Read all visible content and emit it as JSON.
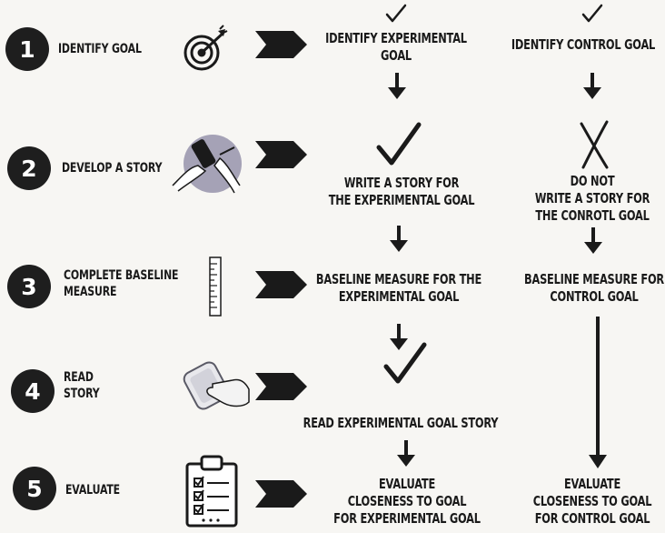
{
  "steps": [
    {
      "number": "1",
      "label_lines": [
        "IDENTIFY GOAL"
      ],
      "icon": "target-icon"
    },
    {
      "number": "2",
      "label_lines": [
        "DEVELOP A STORY"
      ],
      "icon": "writing-on-phone-icon"
    },
    {
      "number": "3",
      "label_lines": [
        "COMPLETE BASELINE",
        "MEASURE"
      ],
      "icon": "ruler-icon"
    },
    {
      "number": "4",
      "label_lines": [
        "READ",
        "STORY"
      ],
      "icon": "hand-holding-phone-icon"
    },
    {
      "number": "5",
      "label_lines": [
        "EVALUATE"
      ],
      "icon": "clipboard-checklist-icon"
    }
  ],
  "experimental": {
    "step1": [
      "IDENTIFY EXPERIMENTAL",
      "GOAL"
    ],
    "step2": [
      "WRITE A STORY FOR",
      "THE EXPERIMENTAL GOAL"
    ],
    "step3": [
      "BASELINE MEASURE FOR THE",
      "EXPERIMENTAL GOAL"
    ],
    "step4": [
      "READ EXPERIMENTAL GOAL STORY"
    ],
    "step5": [
      "EVALUATE",
      "CLOSENESS TO GOAL",
      "FOR EXPERIMENTAL GOAL"
    ]
  },
  "control": {
    "step1": [
      "IDENTIFY CONTROL GOAL"
    ],
    "step2": [
      "DO NOT",
      "WRITE A STORY FOR",
      "THE CONROTL GOAL"
    ],
    "step3": [
      "BASELINE MEASURE FOR",
      "CONTROL GOAL"
    ],
    "step5": [
      "EVALUATE",
      "CLOSENESS TO GOAL",
      "FOR CONTROL GOAL"
    ]
  },
  "marks": {
    "check": "check-mark-icon",
    "cross": "x-mark-icon",
    "arrow": "chevron-arrow-icon",
    "down": "down-arrow-icon"
  },
  "colors": {
    "ink": "#1a1a1a",
    "background": "#f7f6f3",
    "accent_circle": "#a5a2b6"
  }
}
